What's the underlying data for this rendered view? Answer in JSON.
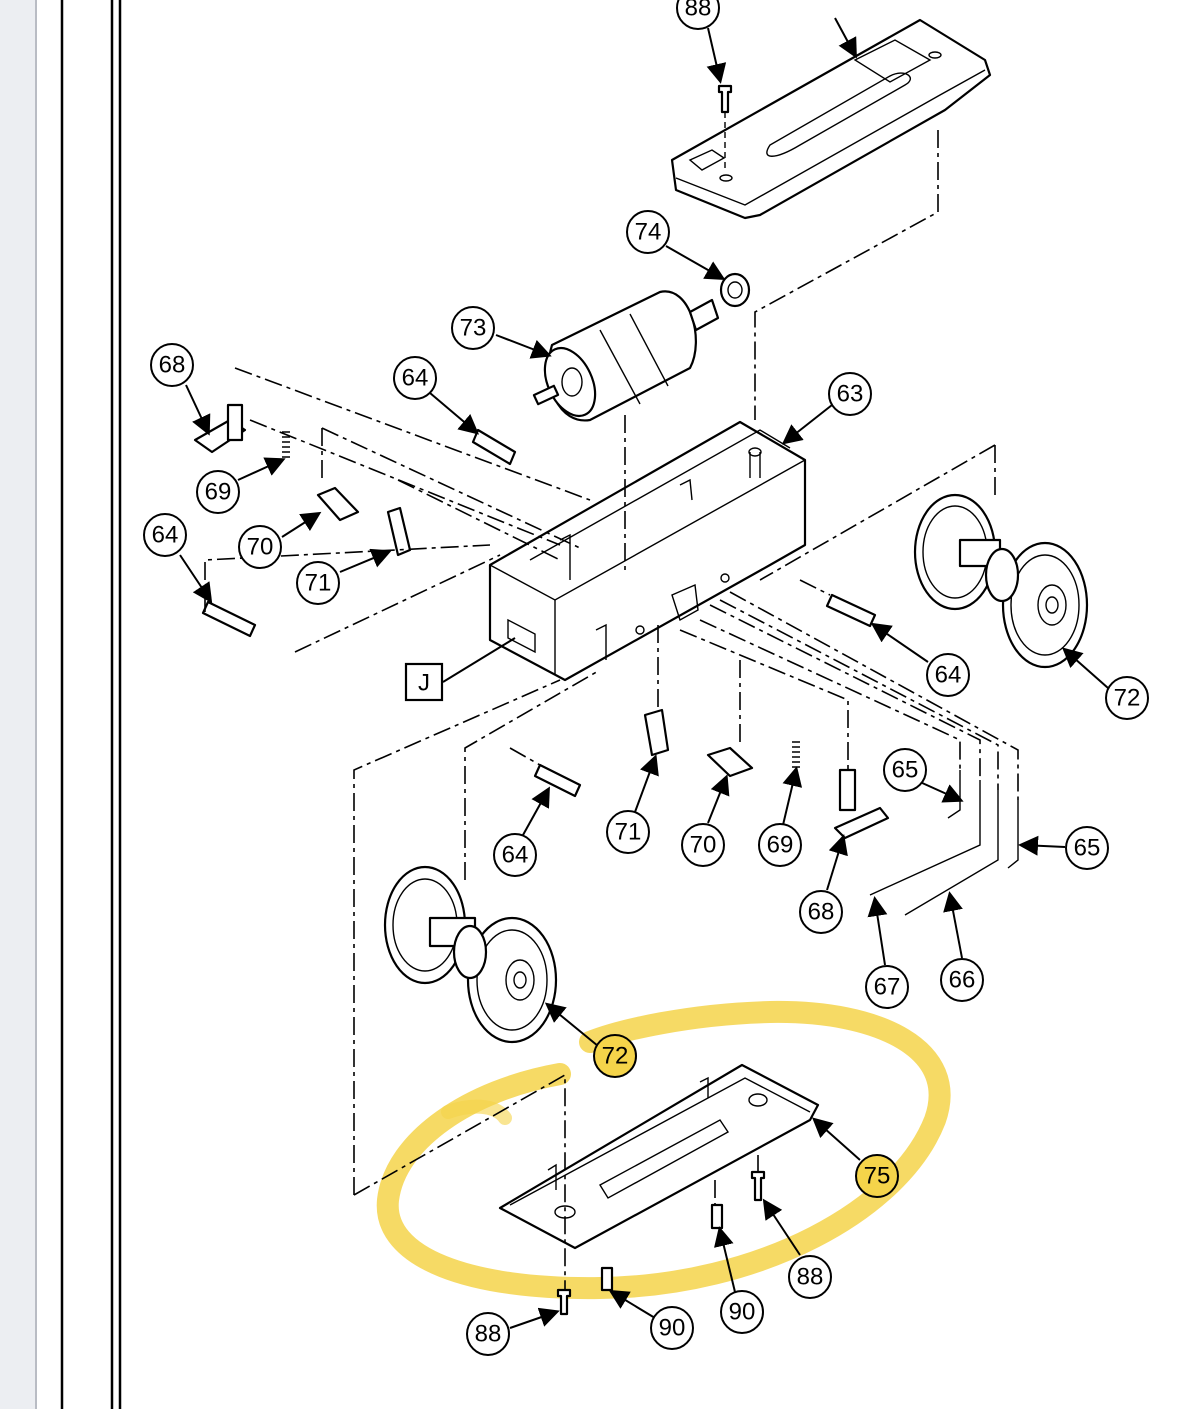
{
  "diagram": {
    "callouts": [
      {
        "id": "c88-top",
        "label": "88"
      },
      {
        "id": "c74",
        "label": "74"
      },
      {
        "id": "c73",
        "label": "73"
      },
      {
        "id": "c68-left",
        "label": "68"
      },
      {
        "id": "c64-upper",
        "label": "64"
      },
      {
        "id": "c63",
        "label": "63"
      },
      {
        "id": "c69-left",
        "label": "69"
      },
      {
        "id": "c70-left",
        "label": "70"
      },
      {
        "id": "c64-left",
        "label": "64"
      },
      {
        "id": "c71-left",
        "label": "71"
      },
      {
        "id": "c64-right",
        "label": "64"
      },
      {
        "id": "c72-right",
        "label": "72"
      },
      {
        "id": "c65-upper",
        "label": "65"
      },
      {
        "id": "c65-right",
        "label": "65"
      },
      {
        "id": "c64-lower",
        "label": "64"
      },
      {
        "id": "c71-lower",
        "label": "71"
      },
      {
        "id": "c70-lower",
        "label": "70"
      },
      {
        "id": "c69-lower",
        "label": "69"
      },
      {
        "id": "c68-lower",
        "label": "68"
      },
      {
        "id": "c67",
        "label": "67"
      },
      {
        "id": "c66",
        "label": "66"
      },
      {
        "id": "c72-lower",
        "label": "72"
      },
      {
        "id": "c75",
        "label": "75"
      },
      {
        "id": "c88-right",
        "label": "88"
      },
      {
        "id": "c90-right",
        "label": "90"
      },
      {
        "id": "c90-left",
        "label": "90"
      },
      {
        "id": "c88-bottom",
        "label": "88"
      }
    ],
    "detail_box_label": "J",
    "highlight_color": "#f5d44a",
    "frame_color": "#000000"
  }
}
